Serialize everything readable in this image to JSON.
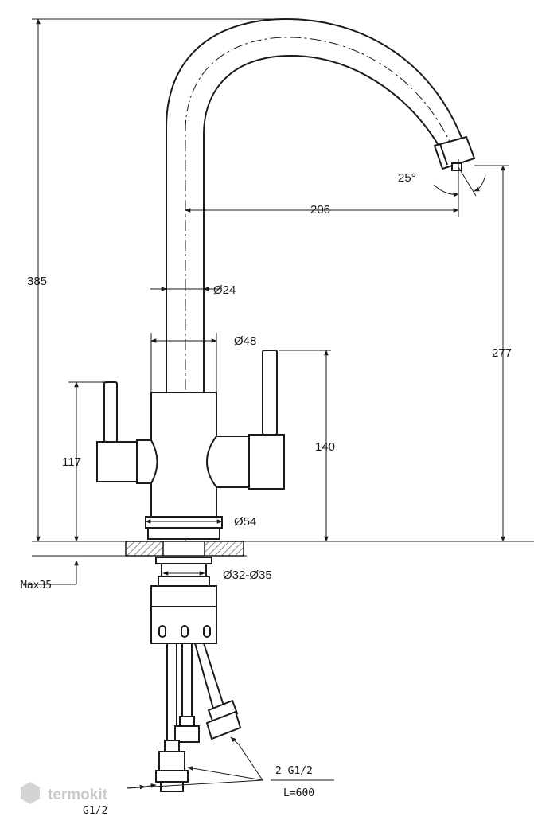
{
  "dimensions": {
    "height_total": "385",
    "reach": "206",
    "angle": "25°",
    "spout_height": "277",
    "tube_diameter": "Ø24",
    "body_diameter": "Ø48",
    "body_height": "140",
    "left_handle_height": "117",
    "base_diameter": "Ø54",
    "hole_diameter": "Ø32-Ø35",
    "max_counter": "Max35"
  },
  "connections": {
    "hoses": "2-G1/2",
    "hose_length": "L=600",
    "inlet": "G1/2"
  },
  "watermark": {
    "text": "termokit"
  },
  "colors": {
    "line": "#1a1a1a",
    "hatch": "#555555",
    "watermark": "#c9c9c9"
  }
}
